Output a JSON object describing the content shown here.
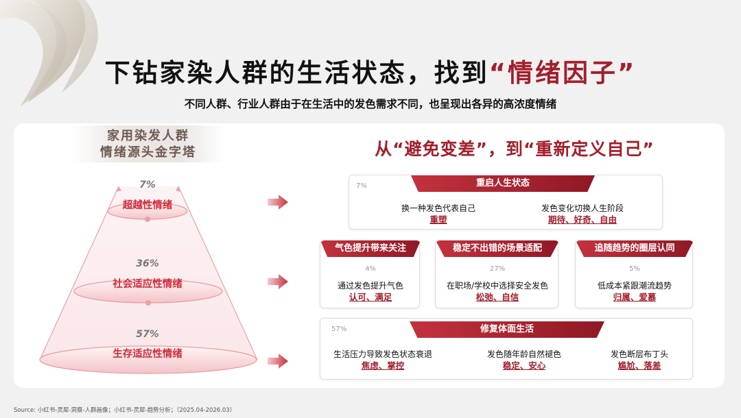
{
  "header": {
    "title_main": "下钻家染人群的生活状态，找到",
    "title_highlight": "“情绪因子”",
    "subtitle": "不同人群、行业人群由于在生活中的发色需求不同，也呈现出各异的高浓度情绪"
  },
  "pyramid": {
    "title_line1": "家用染发人群",
    "title_line2": "情绪源头金字塔",
    "levels": [
      {
        "pct": "7%",
        "label": "超越性情绪"
      },
      {
        "pct": "36%",
        "label": "社会适应性情绪"
      },
      {
        "pct": "57%",
        "label": "生存适应性情绪"
      }
    ]
  },
  "right": {
    "title": "从“避免变差”，到“重新定义自己”",
    "top_card": {
      "ribbon": "重启人生状态",
      "pct": "7%",
      "items": [
        {
          "desc": "换一种发色代表自己",
          "key": "重塑"
        },
        {
          "desc": "发色变化切换人生阶段",
          "key": "期待、好奇、自由"
        }
      ]
    },
    "mid_cards": [
      {
        "ribbon": "气色提升带来关注",
        "pct": "4%",
        "desc": "通过发色提升气色",
        "key": "认可、满足"
      },
      {
        "ribbon": "稳定不出错的场景适配",
        "pct": "27%",
        "desc": "在职场/学校中选择安全发色",
        "key": "松弛、自信"
      },
      {
        "ribbon": "追随趋势的圈层认同",
        "pct": "5%",
        "desc": "低成本紧跟潮流趋势",
        "key": "归属、爱慕"
      }
    ],
    "bottom_card": {
      "ribbon": "修复体面生活",
      "pct": "57%",
      "items": [
        {
          "desc": "生活压力导致发色状态衰退",
          "key": "焦虑、掌控"
        },
        {
          "desc": "发色随年龄自然褪色",
          "key": "稳定、安心"
        },
        {
          "desc": "发色断层布丁头",
          "key": "尴尬、落差"
        }
      ]
    }
  },
  "footer": {
    "source": "Source: 小红书-灵犀-洞察-人群画像；小红书-灵犀-趋势分析；（2025.04-2026.03）"
  },
  "colors": {
    "accent": "#a21f2c",
    "level_label": "#d02a3a",
    "ribbon_start": "#c3323e",
    "ribbon_end": "#8f1824"
  }
}
